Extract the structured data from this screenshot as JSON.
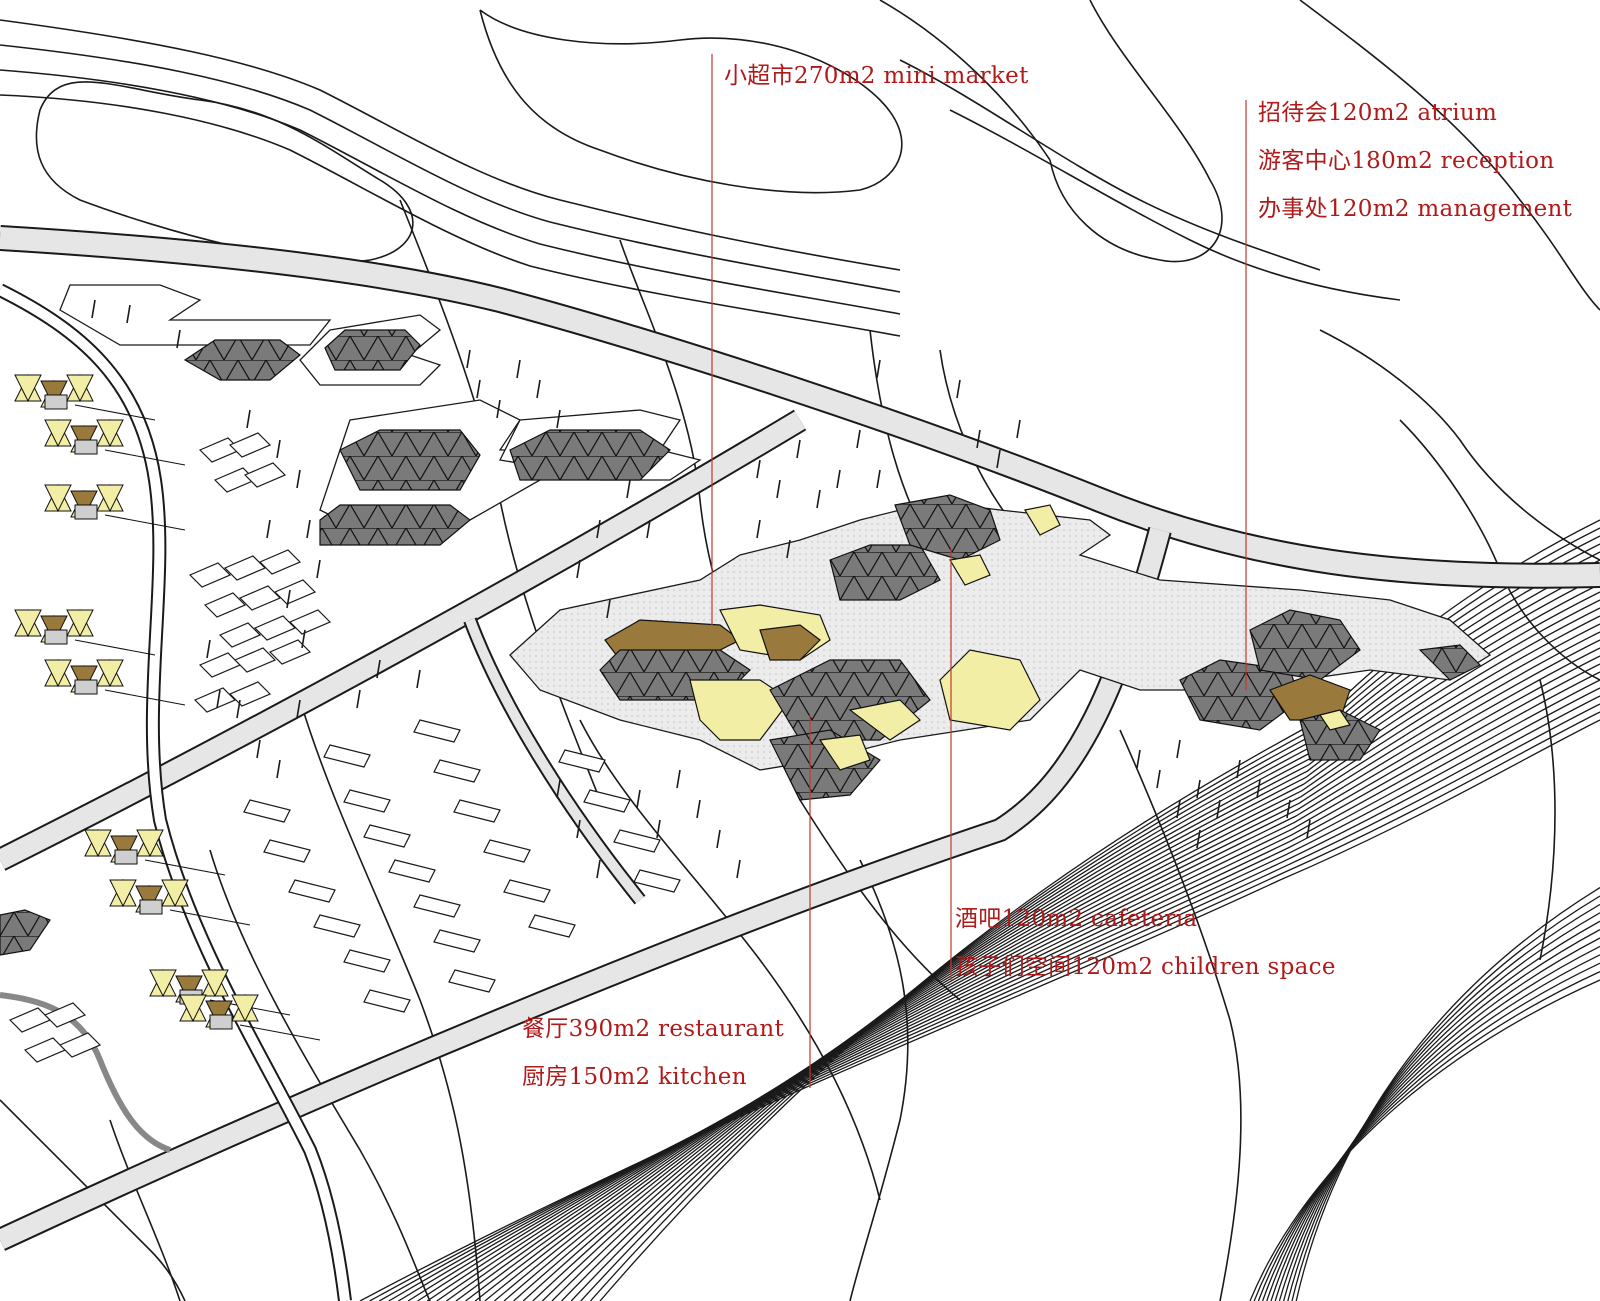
{
  "colors": {
    "label_text": "#b01a1a",
    "leader_line": "#c0392b",
    "contour": "#1a1a1a",
    "road_fill": "#e6e6e6",
    "roof_dark": "#7a7a7a",
    "roof_yellow": "#f3eea6",
    "roof_brown": "#9a7a3c",
    "plaza_fill": "#eeeeee"
  },
  "labels": {
    "mini_market": "小超市270m2 mini market",
    "atrium": "招待会120m2 atrium",
    "reception": "游客中心180m2 reception",
    "management": "办事处120m2 management",
    "cafeteria": "酒吧120m2 cafeteria",
    "children_space": "孩子们空间120m2 children space",
    "restaurant": "餐厅390m2 restaurant",
    "kitchen": "厨房150m2 kitchen"
  }
}
